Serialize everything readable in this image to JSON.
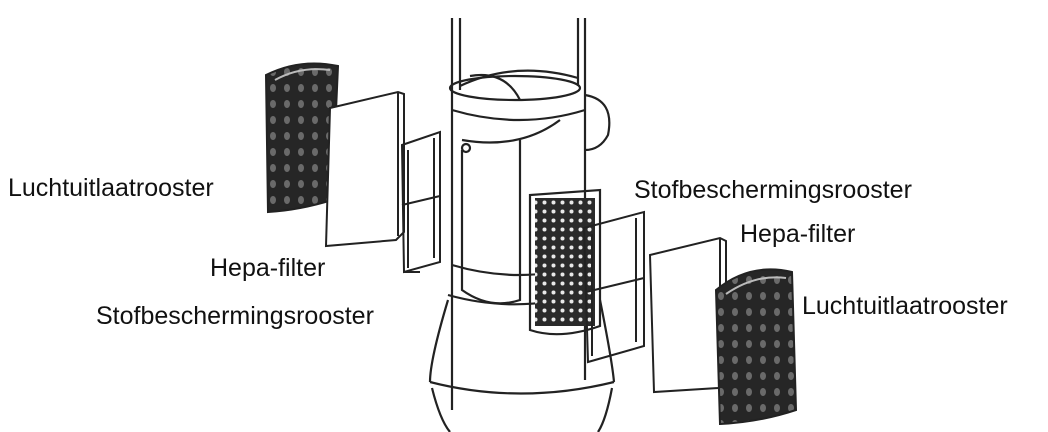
{
  "labels": {
    "left_outlet_grille": "Luchtuitlaatrooster",
    "left_hepa_filter": "Hepa-filter",
    "left_dust_screen": "Stofbeschermingsrooster",
    "right_dust_screen": "Stofbeschermingsrooster",
    "right_hepa_filter": "Hepa-filter",
    "right_outlet_grille": "Luchtuitlaatrooster"
  },
  "colors": {
    "line": "#222222",
    "mesh": "#2a2a2a",
    "background": "#ffffff"
  }
}
